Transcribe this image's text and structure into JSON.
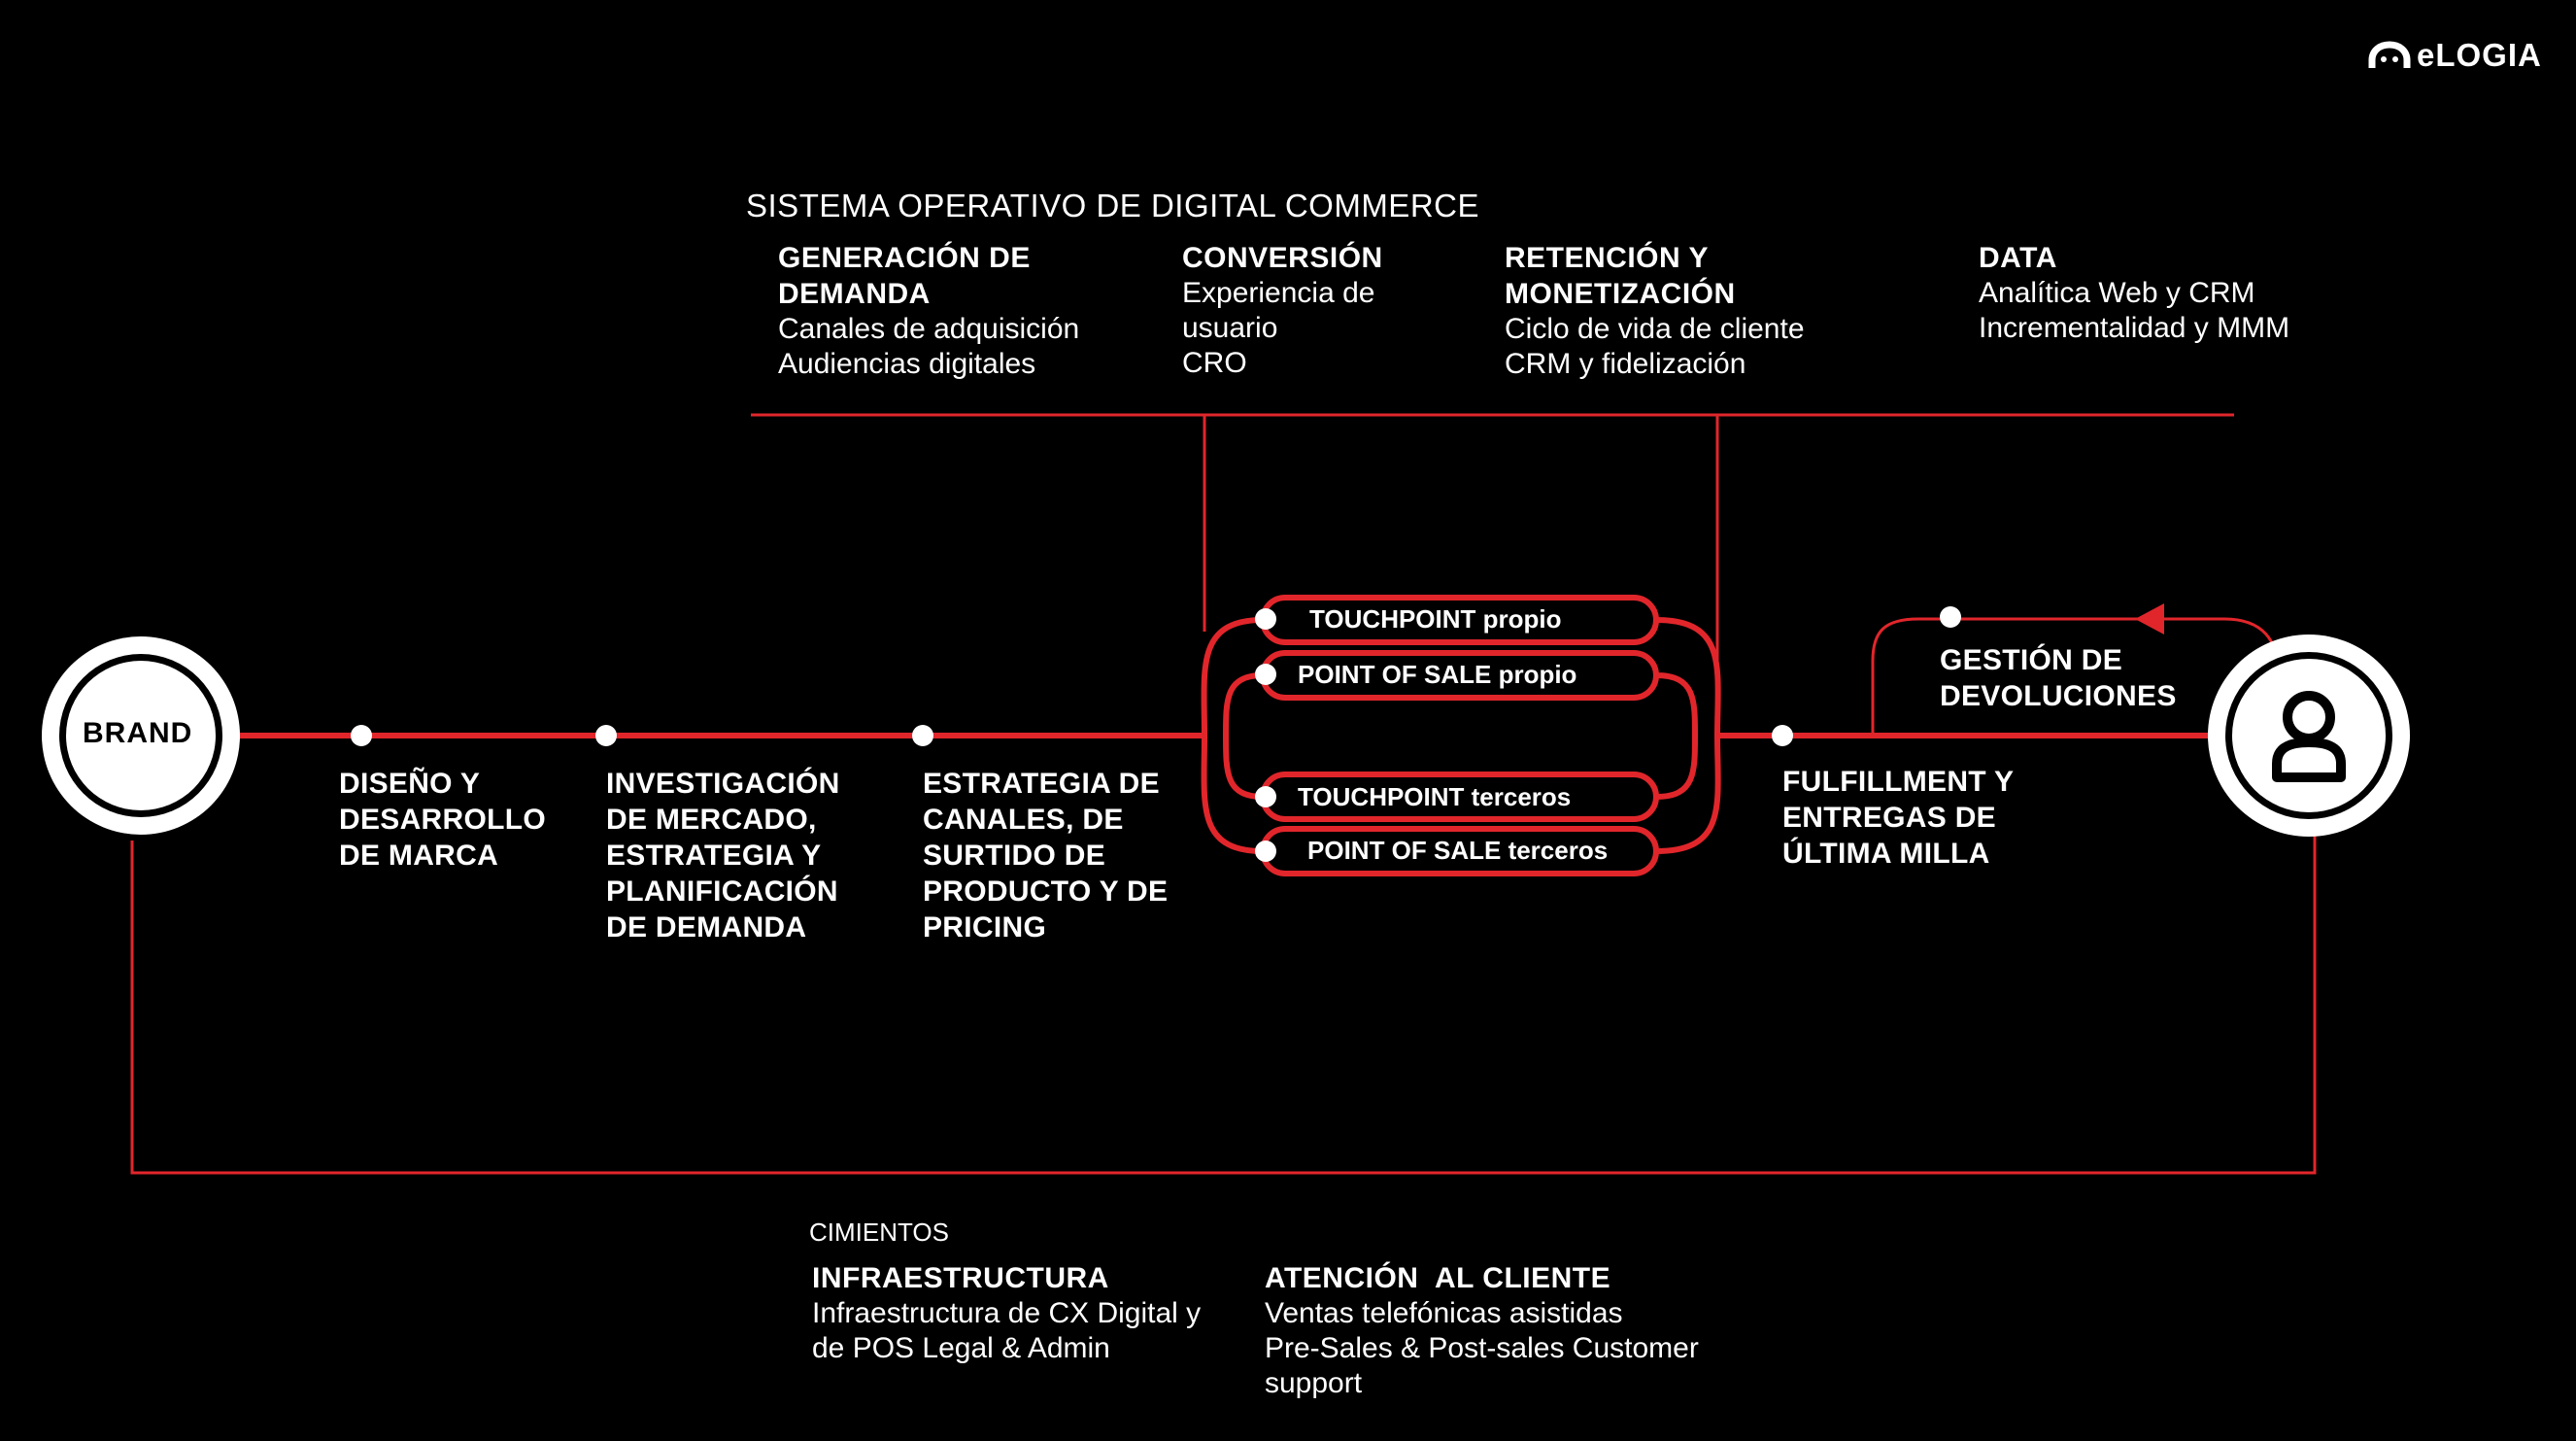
{
  "brand_logo": {
    "text": "eLOGIA",
    "icon": "elogia-logo-icon"
  },
  "top_section": {
    "title": "SISTEMA OPERATIVO DE DIGITAL COMMERCE",
    "columns": [
      {
        "heading_lines": [
          "GENERACIÓN DE",
          "DEMANDA"
        ],
        "items": [
          "Canales de adquisición",
          "Audiencias digitales"
        ]
      },
      {
        "heading_lines": [
          "CONVERSIÓN"
        ],
        "items": [
          "Experiencia de",
          "usuario",
          "CRO"
        ]
      },
      {
        "heading_lines": [
          "RETENCIÓN Y",
          "MONETIZACIÓN"
        ],
        "items": [
          "Ciclo de vida de cliente",
          "CRM y fidelización"
        ]
      },
      {
        "heading_lines": [
          "DATA"
        ],
        "items": [
          "Analítica Web y CRM",
          "Incrementalidad y MMM"
        ]
      }
    ]
  },
  "flow": {
    "start_node": "BRAND",
    "end_node_icon": "customer-icon",
    "steps": [
      {
        "lines": [
          "DISEÑO Y",
          "DESARROLLO",
          "DE MARCA"
        ]
      },
      {
        "lines": [
          "INVESTIGACIÓN",
          "DE MERCADO,",
          "ESTRATEGIA Y",
          "PLANIFICACIÓN",
          "DE DEMANDA"
        ]
      },
      {
        "lines": [
          "ESTRATEGIA DE",
          "CANALES, DE",
          "SURTIDO DE",
          "PRODUCTO Y DE",
          "PRICING"
        ]
      },
      {
        "lines": [
          "FULFILLMENT Y",
          "ENTREGAS DE",
          "ÚLTIMA MILLA"
        ]
      }
    ],
    "channels": [
      "TOUCHPOINT propio",
      "POINT OF SALE propio",
      "TOUCHPOINT terceros",
      "POINT OF SALE terceros"
    ],
    "returns": {
      "lines": [
        "GESTIÓN DE",
        "DEVOLUCIONES"
      ]
    }
  },
  "bottom_section": {
    "title": "CIMIENTOS",
    "columns": [
      {
        "heading": "INFRAESTRUCTURA",
        "items": [
          "Infraestructura de CX Digital y",
          "de POS Legal & Admin"
        ]
      },
      {
        "heading": "ATENCIÓN  AL CLIENTE",
        "items": [
          "Ventas telefónicas asistidas",
          "Pre-Sales & Post-sales Customer",
          "support"
        ]
      }
    ]
  },
  "colors": {
    "background": "#000000",
    "accent": "#e1262b",
    "text": "#ffffff"
  }
}
